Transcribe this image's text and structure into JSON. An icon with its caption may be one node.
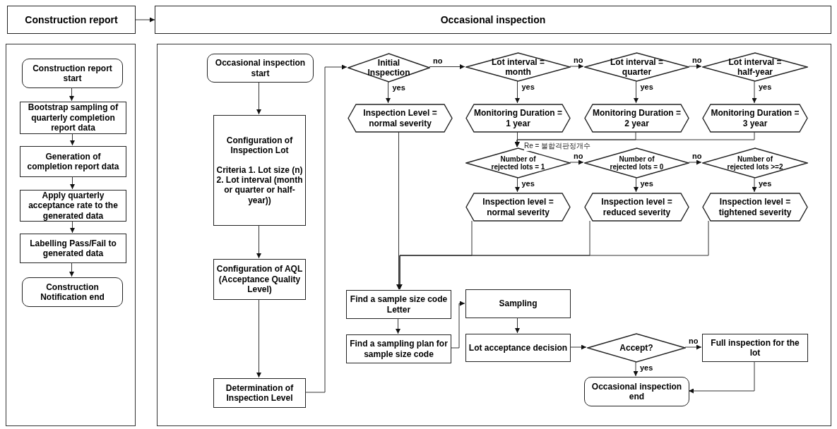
{
  "diagram": {
    "nodes": [
      {
        "text": [
          "Construction report"
        ]
      },
      {
        "text": [
          "Occasional inspection"
        ]
      },
      {
        "text": [],
        "shape": "box"
      },
      {
        "text": [
          "Construction report start"
        ],
        "in": 2
      },
      {
        "text": [
          "Bootstrap sampling of quarterly completion report data"
        ],
        "in": 2
      },
      {
        "text": [
          "Generation of completion report data"
        ],
        "in": 2
      },
      {
        "text": [
          "Apply quarterly acceptance rate to the generated data"
        ],
        "in": 2
      },
      {
        "text": [
          "Labelling Pass/Fail to generated data"
        ],
        "in": 2
      },
      {
        "text": [
          "Construction Notification end"
        ],
        "in": 2
      },
      {
        "text": [],
        "shape": "box"
      },
      {
        "text": [
          "Occasional inspection start"
        ],
        "in": 9
      },
      {
        "text": [
          "Configuration of Inspection Lot",
          "Criteria 1. Lot size (n) 2. Lot interval (month or quarter or half-year))"
        ],
        "in": 9
      },
      {
        "text": [
          "Configuration of AQL (Acceptance Quality Level)"
        ],
        "in": 9
      },
      {
        "text": [
          "Determination of Inspection Level"
        ],
        "in": 9
      },
      {
        "text": [
          "Initial Inspection"
        ],
        "in": 9
      },
      {
        "text": [
          "Lot interval = month"
        ],
        "in": 9
      },
      {
        "text": [
          "Lot interval = quarter"
        ],
        "in": 9
      },
      {
        "text": [
          "Lot interval = half-year"
        ],
        "in": 9
      },
      {
        "text": [
          "Inspection Level = normal severity"
        ],
        "in": 9
      },
      {
        "text": [
          "Monitoring Duration = 1 year"
        ],
        "in": 9
      },
      {
        "text": [
          "Monitoring Duration = 2 year"
        ],
        "in": 9
      },
      {
        "text": [
          "Monitoring Duration = 3 year"
        ],
        "in": 9
      },
      {
        "text": [
          "Number of rejected lots = 1"
        ],
        "in": 9
      },
      {
        "text": [
          "Number of rejected lots = 0"
        ],
        "in": 9
      },
      {
        "text": [
          "Number of rejected lots >=2"
        ],
        "in": 9
      },
      {
        "text": [
          "Inspection level = normal severity"
        ],
        "in": 9
      },
      {
        "text": [
          "Inspection level = reduced severity"
        ],
        "in": 9
      },
      {
        "text": [
          "Inspection level = tightened severity"
        ],
        "in": 9
      },
      {
        "text": [
          "Find a sample size code Letter"
        ],
        "in": 9
      },
      {
        "text": [
          "Find a sampling plan for sample size code"
        ],
        "in": 9
      },
      {
        "text": [
          "Sampling"
        ],
        "in": 9
      },
      {
        "text": [
          "Lot acceptance decision"
        ],
        "in": 9
      },
      {
        "text": [
          "Accept?"
        ],
        "in": 9
      },
      {
        "text": [
          "Full inspection for the lot"
        ],
        "in": 9
      },
      {
        "text": [
          "Occasional inspection end"
        ],
        "in": 9
      }
    ],
    "edges": [
      {
        "from": 0,
        "to": 1,
        "arrow": "to"
      },
      {
        "from": 3,
        "to": 4,
        "arrow": "to"
      },
      {
        "from": 4,
        "to": 5,
        "arrow": "to"
      },
      {
        "from": 5,
        "to": 6,
        "arrow": "to"
      },
      {
        "from": 6,
        "to": 7,
        "arrow": "to"
      },
      {
        "from": 7,
        "to": 8,
        "arrow": "to"
      },
      {
        "from": 10,
        "to": 11,
        "arrow": "to"
      },
      {
        "from": 11,
        "to": 12,
        "arrow": "to"
      },
      {
        "from": 12,
        "to": 13,
        "arrow": "to"
      },
      {
        "from": 13,
        "to": 14,
        "arrow": "to"
      },
      {
        "from": 14,
        "to": 15,
        "label": "no",
        "arrow": "to"
      },
      {
        "from": 15,
        "to": 16,
        "label": "no",
        "arrow": "to"
      },
      {
        "from": 16,
        "to": 17,
        "label": "no",
        "arrow": "to"
      },
      {
        "from": 14,
        "to": 18,
        "label": "yes",
        "arrow": "to"
      },
      {
        "from": 15,
        "to": 19,
        "label": "yes",
        "arrow": "to"
      },
      {
        "from": 16,
        "to": 20,
        "label": "yes",
        "arrow": "to"
      },
      {
        "from": 17,
        "to": 21,
        "label": "yes",
        "arrow": "to"
      },
      {
        "from": 19,
        "to": 22,
        "arrow": "to"
      },
      {
        "from": 20,
        "to": 22,
        "arrow": "to"
      },
      {
        "from": 21,
        "to": 22,
        "arrow": "to"
      },
      {
        "from": 22,
        "to": 23,
        "label": "no",
        "arrow": "to"
      },
      {
        "from": 23,
        "to": 24,
        "label": "no",
        "arrow": "to"
      },
      {
        "from": 22,
        "to": 25,
        "label": "yes",
        "arrow": "to"
      },
      {
        "from": 23,
        "to": 26,
        "label": "yes",
        "arrow": "to"
      },
      {
        "from": 24,
        "to": 27,
        "label": "yes",
        "arrow": "to"
      },
      {
        "from": 18,
        "to": 28,
        "arrow": "to"
      },
      {
        "from": 25,
        "to": 28,
        "arrow": "to"
      },
      {
        "from": 26,
        "to": 28,
        "arrow": "to"
      },
      {
        "from": 27,
        "to": 28,
        "arrow": "to"
      },
      {
        "from": 28,
        "to": 29,
        "arrow": "to"
      },
      {
        "from": 29,
        "to": 30,
        "arrow": "to"
      },
      {
        "from": 30,
        "to": 31,
        "arrow": "to"
      },
      {
        "from": 31,
        "to": 32,
        "arrow": "to"
      },
      {
        "from": 32,
        "to": 33,
        "label": "no",
        "arrow": "to"
      },
      {
        "from": 32,
        "to": 34,
        "label": "yes",
        "arrow": "to"
      },
      {
        "from": 33,
        "to": 34,
        "arrow": "to"
      }
    ],
    "labels": [
      "Re = 불합격판정개수"
    ]
  }
}
